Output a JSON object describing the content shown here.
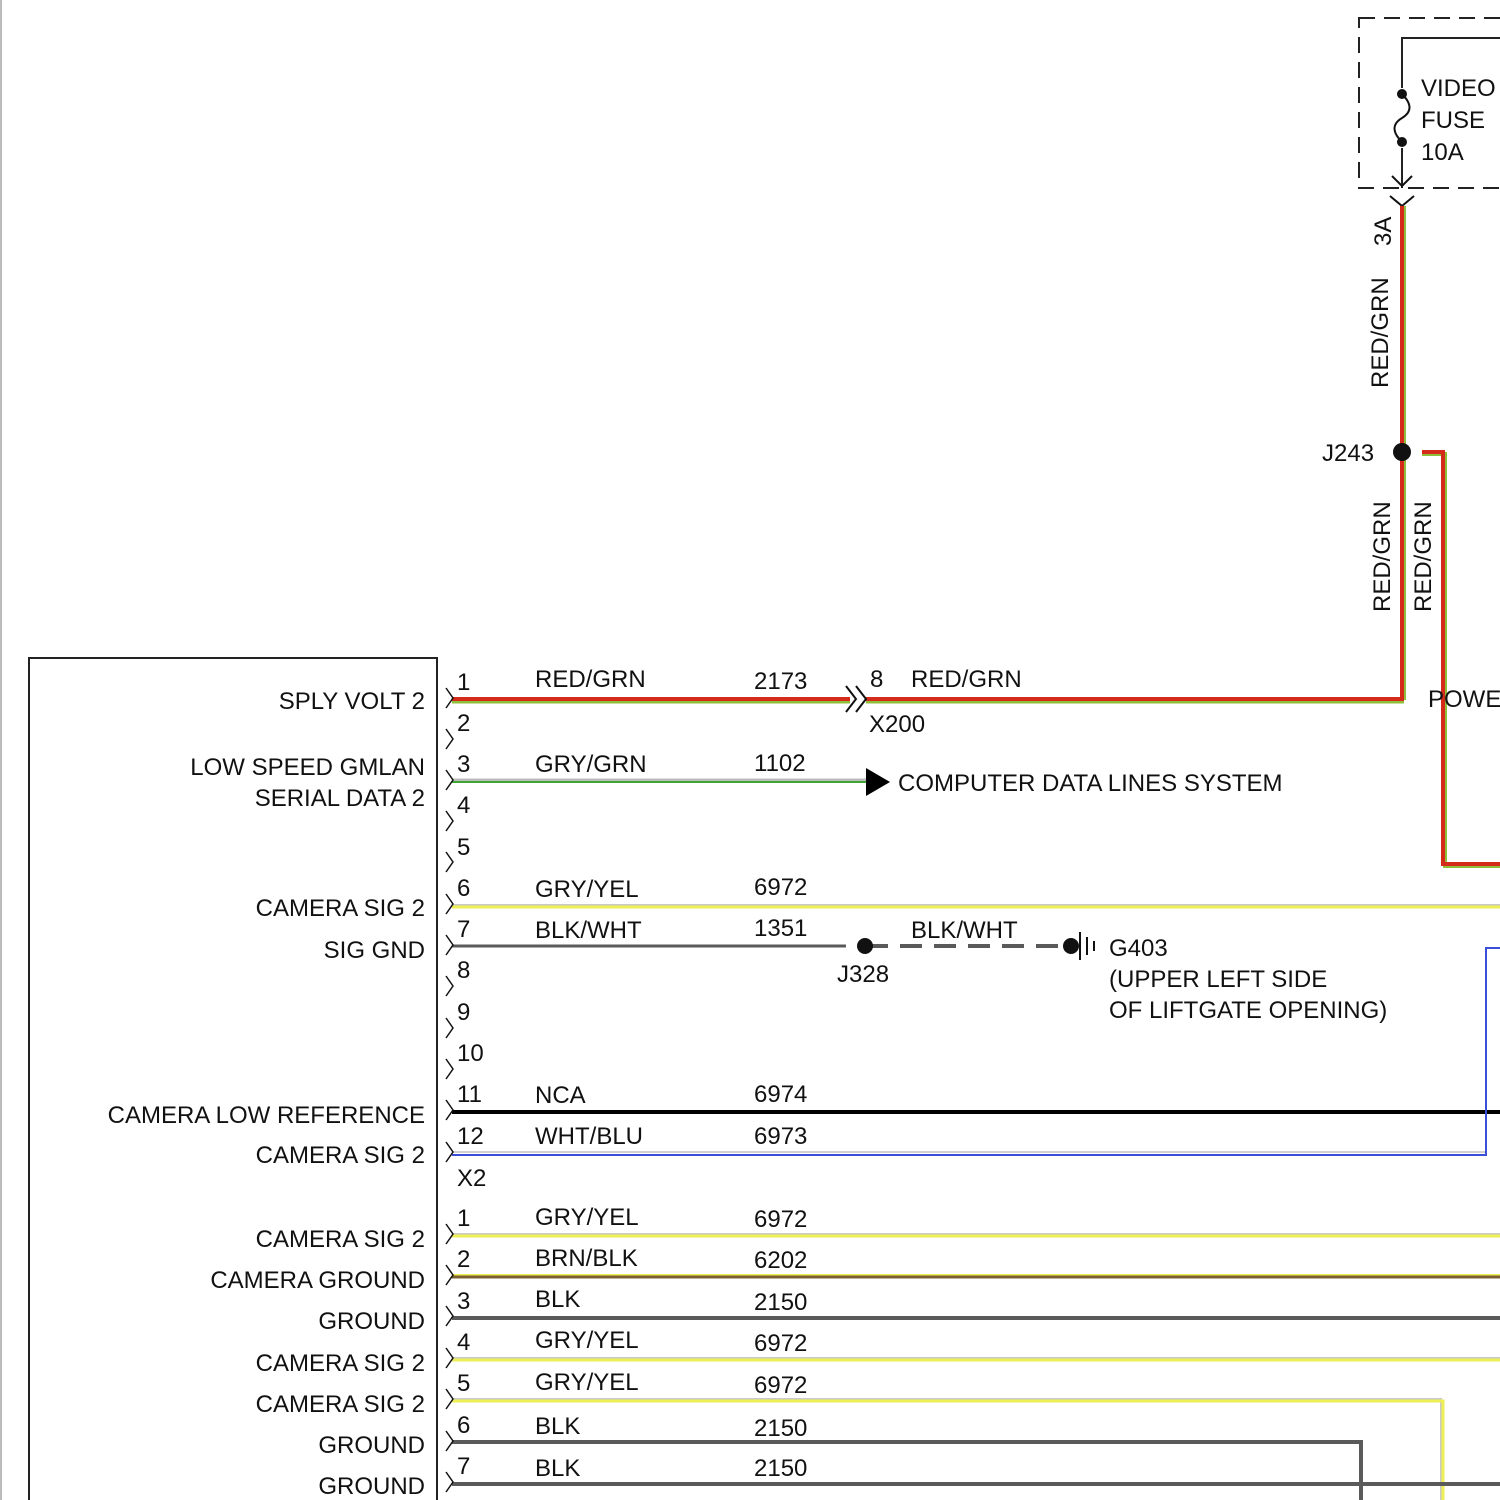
{
  "fuse": {
    "lines": [
      "VIDEO",
      "FUSE",
      "10A"
    ],
    "terminal": "3A"
  },
  "feed_wire": {
    "upper_color": "RED/GRN",
    "splice": "J243",
    "lower_color_a": "RED/GRN",
    "lower_color_b": "RED/GRN",
    "right_branch_label": "POWE"
  },
  "connector_x1": {
    "pins": [
      {
        "pin": "1",
        "function": "SPLY VOLT 2",
        "color": "RED/GRN",
        "circuit": "2173"
      },
      {
        "pin": "2"
      },
      {
        "pin": "3",
        "function": "LOW SPEED GMLAN",
        "function2": "SERIAL DATA 2",
        "color": "GRY/GRN",
        "circuit": "1102"
      },
      {
        "pin": "4"
      },
      {
        "pin": "5"
      },
      {
        "pin": "6",
        "function": "CAMERA SIG 2",
        "color": "GRY/YEL",
        "circuit": "6972"
      },
      {
        "pin": "7",
        "function": "SIG GND",
        "color": "BLK/WHT",
        "circuit": "1351"
      },
      {
        "pin": "8"
      },
      {
        "pin": "9"
      },
      {
        "pin": "10"
      },
      {
        "pin": "11",
        "function": "CAMERA LOW REFERENCE",
        "color": "NCA",
        "circuit": "6974"
      },
      {
        "pin": "12",
        "function": "CAMERA SIG 2",
        "color": "WHT/BLU",
        "circuit": "6973"
      }
    ]
  },
  "connector_x2": {
    "name": "X2",
    "pins": [
      {
        "pin": "1",
        "function": "CAMERA SIG 2",
        "color": "GRY/YEL",
        "circuit": "6972"
      },
      {
        "pin": "2",
        "function": "CAMERA GROUND",
        "color": "BRN/BLK",
        "circuit": "6202"
      },
      {
        "pin": "3",
        "function": "GROUND",
        "color": "BLK",
        "circuit": "2150"
      },
      {
        "pin": "4",
        "function": "CAMERA SIG 2",
        "color": "GRY/YEL",
        "circuit": "6972"
      },
      {
        "pin": "5",
        "function": "CAMERA SIG 2",
        "color": "GRY/YEL",
        "circuit": "6972"
      },
      {
        "pin": "6",
        "function": "GROUND",
        "color": "BLK",
        "circuit": "2150"
      },
      {
        "pin": "7",
        "function": "GROUND",
        "color": "BLK",
        "circuit": "2150"
      }
    ]
  },
  "inline_connector": {
    "name": "X200",
    "pin": "8",
    "color": "RED/GRN"
  },
  "data_system": {
    "label": "COMPUTER DATA LINES SYSTEM"
  },
  "ground": {
    "splice": "J328",
    "color": "BLK/WHT",
    "name": "G403",
    "location_lines": [
      "(UPPER LEFT SIDE",
      "OF LIFTGATE OPENING)"
    ]
  },
  "colors": {
    "red_grn": "#d42a1a",
    "grn_trace": "#8fbf3a",
    "gry_grn": "#3ea534",
    "yellow": "#eeee55",
    "gray": "#5a5a5a",
    "black": "#000000",
    "blue": "#3b4fd6",
    "brown": "#7a6030"
  }
}
